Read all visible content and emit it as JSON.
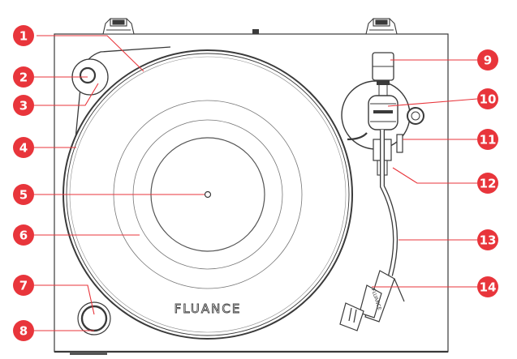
{
  "brand": {
    "logo_text": "FLUANCE",
    "headshell_text": "FLUANCE"
  },
  "colors": {
    "badge": "#e8353b",
    "line": "#e8353b",
    "outline": "#3a3a3a"
  },
  "callouts": [
    {
      "number": "1"
    },
    {
      "number": "2"
    },
    {
      "number": "3"
    },
    {
      "number": "4"
    },
    {
      "number": "5"
    },
    {
      "number": "6"
    },
    {
      "number": "7"
    },
    {
      "number": "8"
    },
    {
      "number": "9"
    },
    {
      "number": "10"
    },
    {
      "number": "11"
    },
    {
      "number": "12"
    },
    {
      "number": "13"
    },
    {
      "number": "14"
    }
  ]
}
